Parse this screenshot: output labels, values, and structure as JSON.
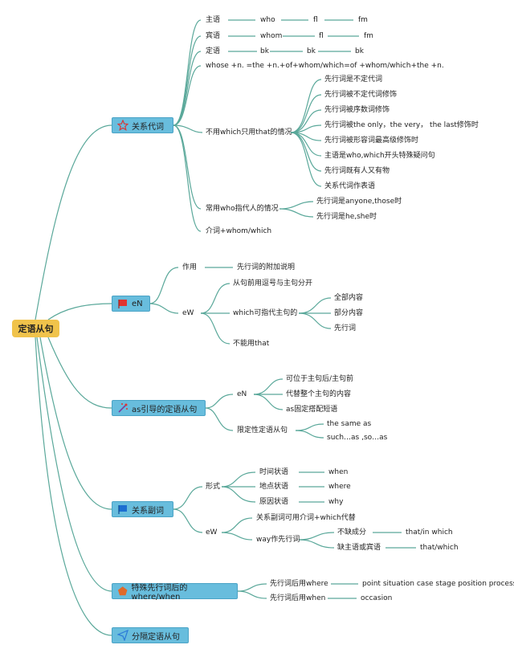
{
  "root": "定语从句",
  "colors": {
    "line": "#5aa89a",
    "root": "#f0c34b",
    "branch": "#68bddd"
  },
  "branches": [
    {
      "label": "关系代词",
      "icon": "star-icon",
      "items": [
        {
          "label": "主语",
          "cols": [
            "who",
            "fl",
            "fm"
          ]
        },
        {
          "label": "宾语",
          "cols": [
            "whom",
            "fl",
            "fm"
          ]
        },
        {
          "label": "定语",
          "cols": [
            "bk",
            "bk",
            "bk"
          ]
        },
        {
          "label": "whose +n. =the +n.+of+whom/which=of +whom/which+the +n."
        },
        {
          "label": "不用which只用that的情况",
          "children": [
            "先行词是不定代词",
            "先行词被不定代词修饰",
            "先行词被序数词修饰",
            "先行词被the only，the very，  the last修饰时",
            "先行词被形容词最高级修饰时",
            "主语是who,which开头特殊疑问句",
            "先行词既有人又有物",
            "关系代词作表语"
          ]
        },
        {
          "label": "常用who指代人的情况",
          "children": [
            "先行词是anyone,those时",
            "先行词是he,she时"
          ]
        },
        {
          "label": "介词+whom/which"
        }
      ]
    },
    {
      "label": "eN",
      "icon": "flag-icon",
      "items": [
        {
          "label": "作用",
          "child": "先行词的附加说明"
        },
        {
          "label": "eW",
          "children": [
            "从句前用逗号与主句分开",
            "which可指代主句的",
            "不能用that"
          ],
          "sub": [
            "全部内容",
            "部分内容",
            "先行词"
          ]
        }
      ]
    },
    {
      "label": "as引导的定语从句",
      "icon": "wand-icon",
      "items": [
        {
          "label": "eN",
          "children": [
            "可位于主句后/主句前",
            "代替整个主句的内容",
            "as固定搭配短语"
          ]
        },
        {
          "label": "限定性定语从句",
          "children": [
            "the same as",
            "such…as ,so…as"
          ]
        }
      ]
    },
    {
      "label": "关系副词",
      "icon": "flag-blue-icon",
      "items": [
        {
          "label": "形式",
          "children": [
            "时间状语",
            "地点状语",
            "原因状语"
          ],
          "vals": [
            "when",
            "where",
            "why"
          ]
        },
        {
          "label": "eW",
          "children": [
            "关系副词可用介词+which代替",
            "way作先行词"
          ],
          "sub": [
            "不缺成分",
            "缺主语或宾语"
          ],
          "subvals": [
            "that/in which",
            "that/which"
          ]
        }
      ]
    },
    {
      "label": "特殊先行词后的where/when",
      "icon": "pentagon-icon",
      "items": [
        {
          "label": "先行词后用where",
          "val": "point situation case stage position process"
        },
        {
          "label": "先行词后用when",
          "val": "occasion"
        }
      ]
    },
    {
      "label": "分隔定语从句",
      "icon": "send-icon",
      "items": []
    }
  ]
}
